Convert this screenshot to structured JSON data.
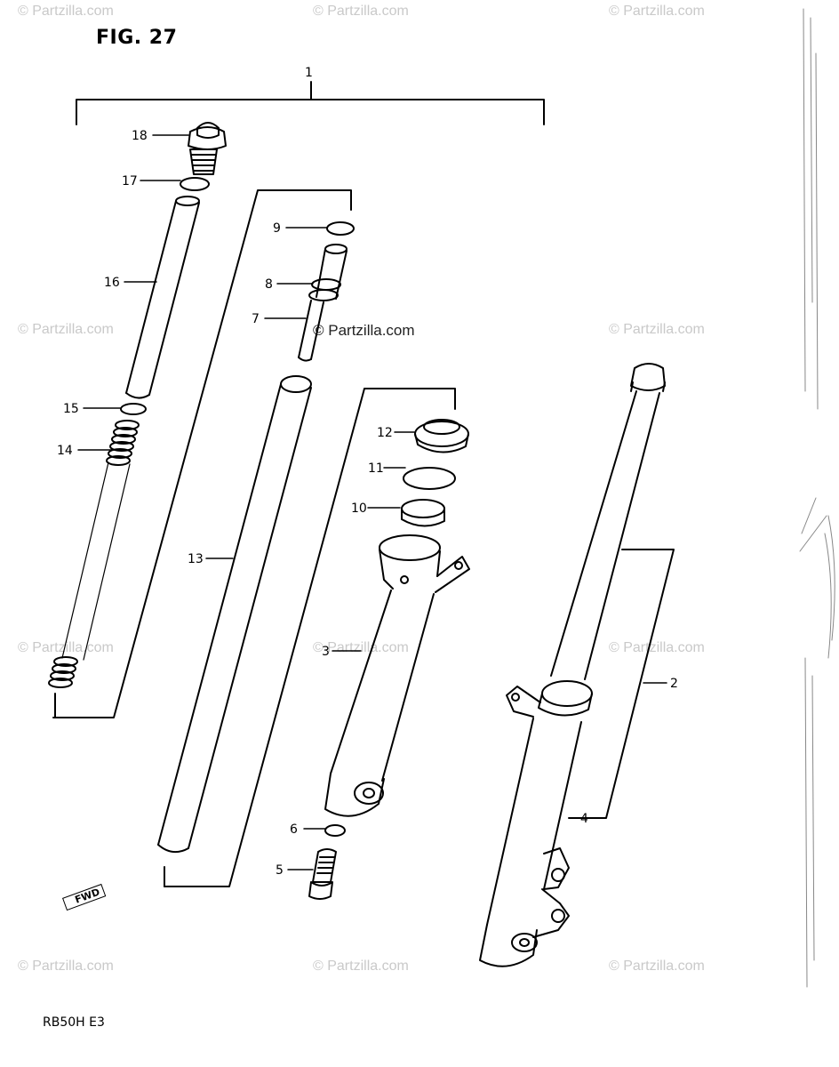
{
  "figure": {
    "title": "FIG. 27",
    "model_code": "RB50H E3",
    "fwd_label": "FWD"
  },
  "watermarks": {
    "corner_text": "© Partzilla.com",
    "center_text": "© Partzilla.com"
  },
  "callouts": {
    "c1": "1",
    "c2": "2",
    "c3": "3",
    "c4": "4",
    "c5": "5",
    "c6": "6",
    "c7": "7",
    "c8": "8",
    "c9": "9",
    "c10": "10",
    "c11": "11",
    "c12": "12",
    "c13": "13",
    "c14": "14",
    "c15": "15",
    "c16": "16",
    "c17": "17",
    "c18": "18"
  }
}
